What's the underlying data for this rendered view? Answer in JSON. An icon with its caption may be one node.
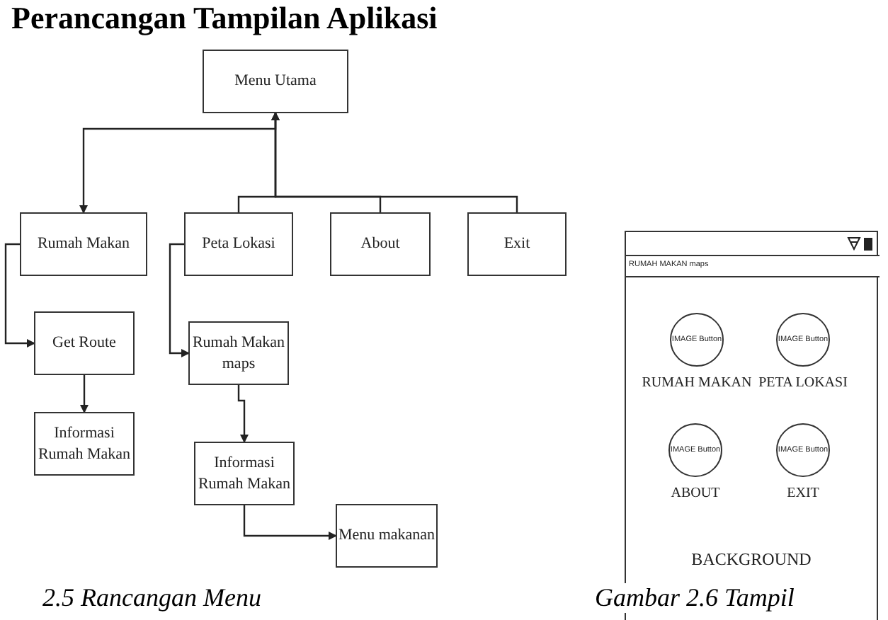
{
  "diagram": {
    "title": "Perancangan Tampilan Aplikasi",
    "nodes": [
      {
        "text": [
          "Menu Utama"
        ]
      },
      {
        "text": [
          "Rumah Makan"
        ]
      },
      {
        "text": [
          "Peta Lokasi"
        ]
      },
      {
        "text": [
          "About"
        ]
      },
      {
        "text": [
          "Exit"
        ]
      },
      {
        "text": [
          "Get Route"
        ]
      },
      {
        "text": [
          "Informasi Rumah Makan"
        ]
      },
      {
        "text": [
          "Rumah Makan maps"
        ]
      },
      {
        "text": [
          "Informasi Rumah Makan"
        ]
      },
      {
        "text": [
          "Menu makanan"
        ]
      },
      {
        "text": [
          "BACKGROUND"
        ]
      },
      {
        "text": [
          "RUMAH MAKAN maps"
        ],
        "in": 10
      },
      {
        "text": [
          "IMAGE Button"
        ],
        "beside": [
          "RUMAH MAKAN"
        ],
        "in": 10
      },
      {
        "text": [
          "IMAGE Button"
        ],
        "beside": [
          "PETA LOKASI"
        ],
        "in": 10
      },
      {
        "text": [
          "IMAGE Button"
        ],
        "beside": [
          "ABOUT"
        ],
        "in": 10
      },
      {
        "text": [
          "IMAGE Button"
        ],
        "beside": [
          "EXIT"
        ],
        "in": 10
      }
    ],
    "edges": [
      {
        "from": 0,
        "to": 1,
        "arrow": "to"
      },
      {
        "from": 2,
        "to": 0,
        "arrow": "to"
      },
      {
        "from": 3,
        "to": 0,
        "arrow": "to"
      },
      {
        "from": 4,
        "to": 0,
        "arrow": "to"
      },
      {
        "from": 1,
        "to": 5,
        "arrow": "to"
      },
      {
        "from": 5,
        "to": 6,
        "arrow": "to"
      },
      {
        "from": 2,
        "to": 7,
        "arrow": "to"
      },
      {
        "from": 7,
        "to": 8,
        "arrow": "to"
      },
      {
        "from": 8,
        "to": 9,
        "arrow": "to"
      }
    ],
    "labels": [
      "2.5 Rancangan Menu",
      "Gambar 2.6 Tampil"
    ]
  }
}
